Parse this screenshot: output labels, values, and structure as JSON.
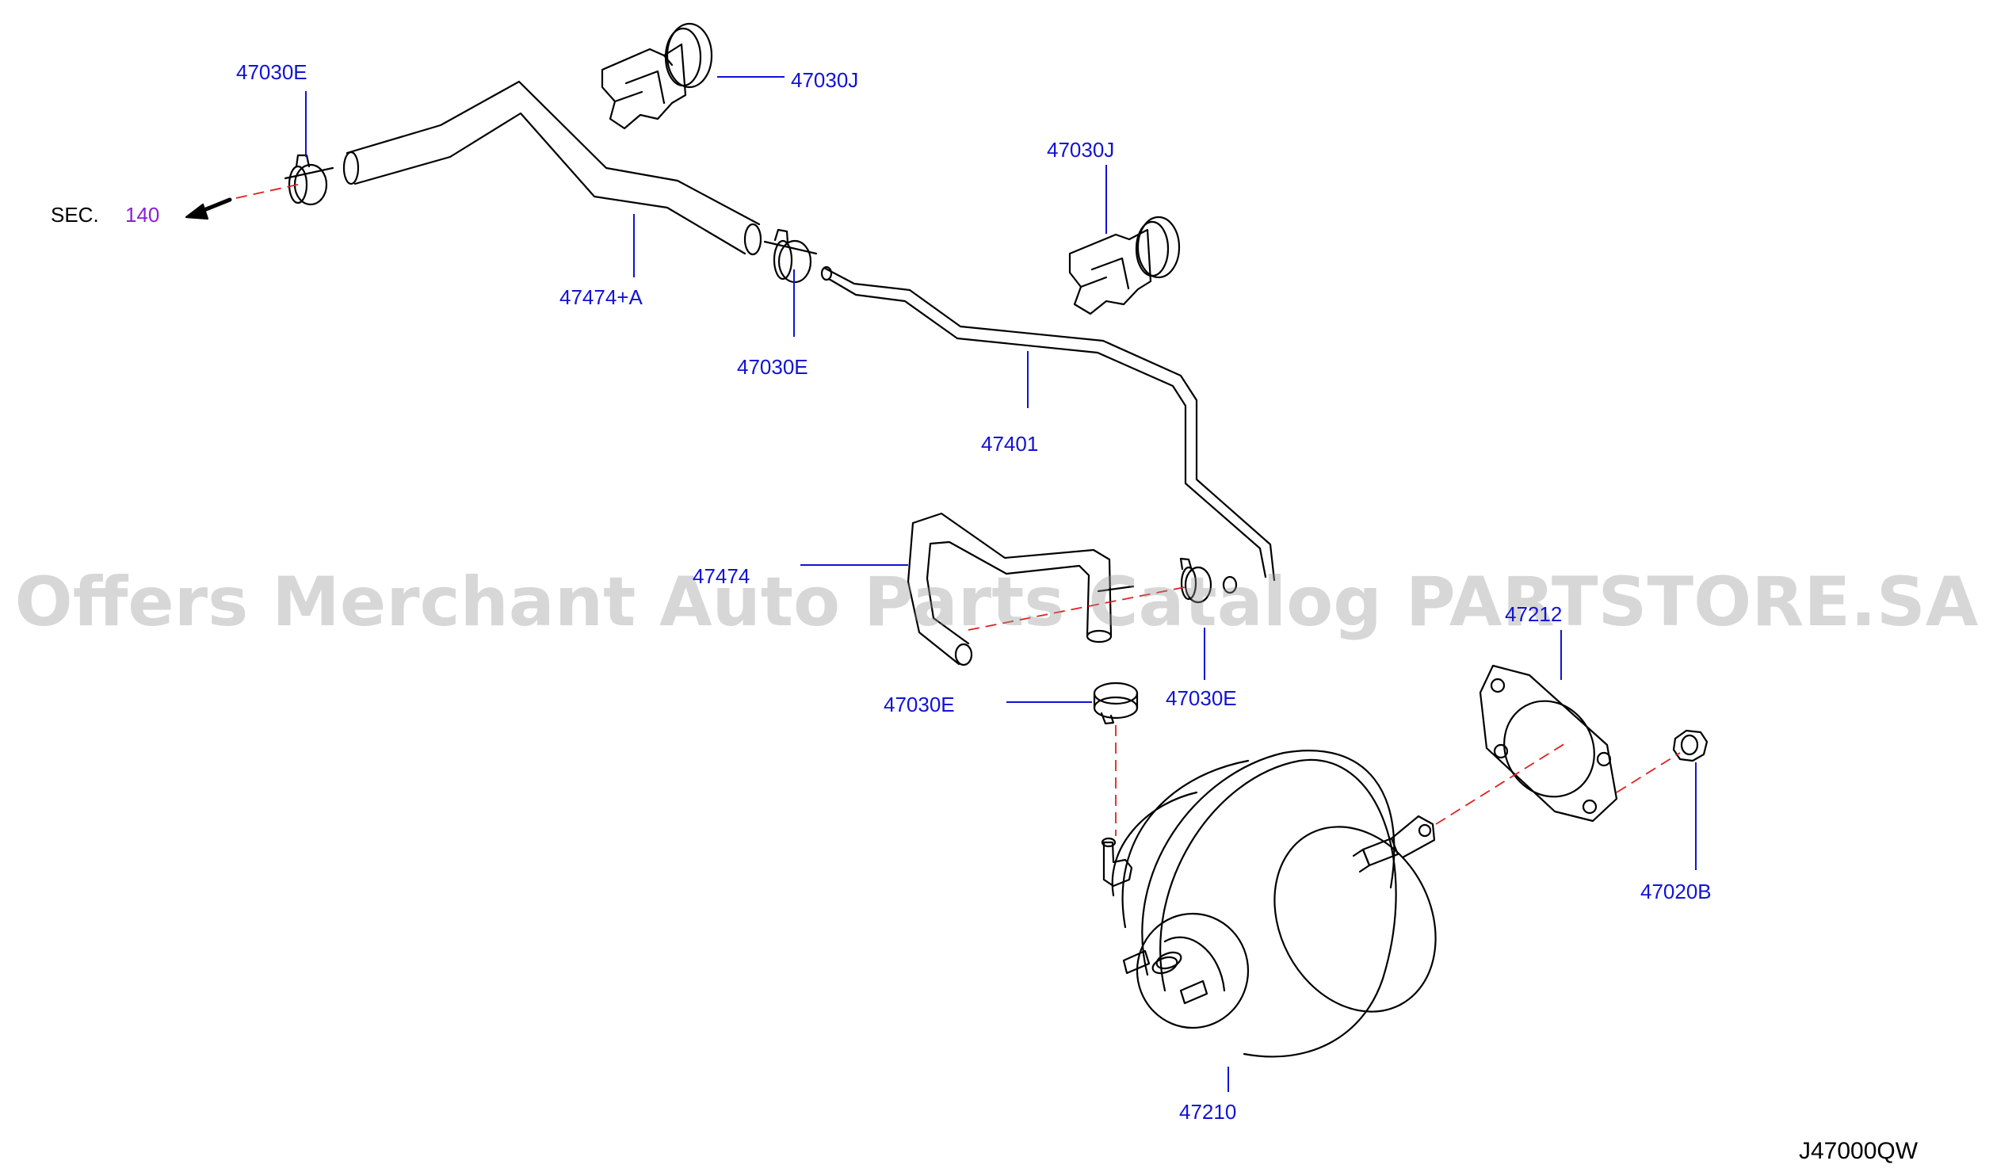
{
  "diagram": {
    "section_prefix": "SEC.",
    "section_number": "140",
    "diagram_code": "J47000QW",
    "watermark": "Offers Merchant Auto Parts Catalog PARTSTORE.SA",
    "parts": [
      {
        "id": "clamp-top-left",
        "label": "47030E"
      },
      {
        "id": "clip-top",
        "label": "47030J"
      },
      {
        "id": "hose-upper",
        "label": "47474+A"
      },
      {
        "id": "clamp-mid",
        "label": "47030E"
      },
      {
        "id": "clip-mid",
        "label": "47030J"
      },
      {
        "id": "vacuum-tube",
        "label": "47401"
      },
      {
        "id": "hose-lower",
        "label": "47474"
      },
      {
        "id": "clamp-right",
        "label": "47030E"
      },
      {
        "id": "clamp-lower",
        "label": "47030E"
      },
      {
        "id": "gasket",
        "label": "47212"
      },
      {
        "id": "nut",
        "label": "47020B"
      },
      {
        "id": "booster",
        "label": "47210"
      }
    ],
    "colors": {
      "line_art": "#000000",
      "part_label": "#1212d6",
      "leader_line": "#1212d6",
      "section_link": "#8a1fd6",
      "dashed_center_line": "#e02020"
    }
  }
}
